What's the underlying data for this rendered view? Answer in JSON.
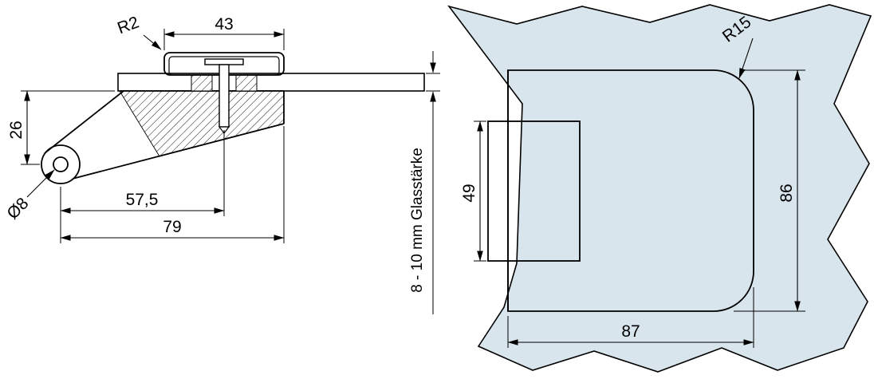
{
  "drawing": {
    "type": "technical-drawing",
    "views": {
      "side": {
        "dimensions": {
          "cap_width": "43",
          "cap_radius": "R2",
          "pivot_drop": "26",
          "pivot_hole": "Ø8",
          "screw_offset": "57,5",
          "total_length": "79",
          "glass_thickness": "8 - 10 mm Glasstärke"
        }
      },
      "front": {
        "dimensions": {
          "corner_radius": "R15",
          "tab_height": "49",
          "body_height": "86",
          "body_width": "87"
        }
      }
    },
    "colors": {
      "glass_fill": "#d9e5ec",
      "line": "#000000"
    }
  }
}
